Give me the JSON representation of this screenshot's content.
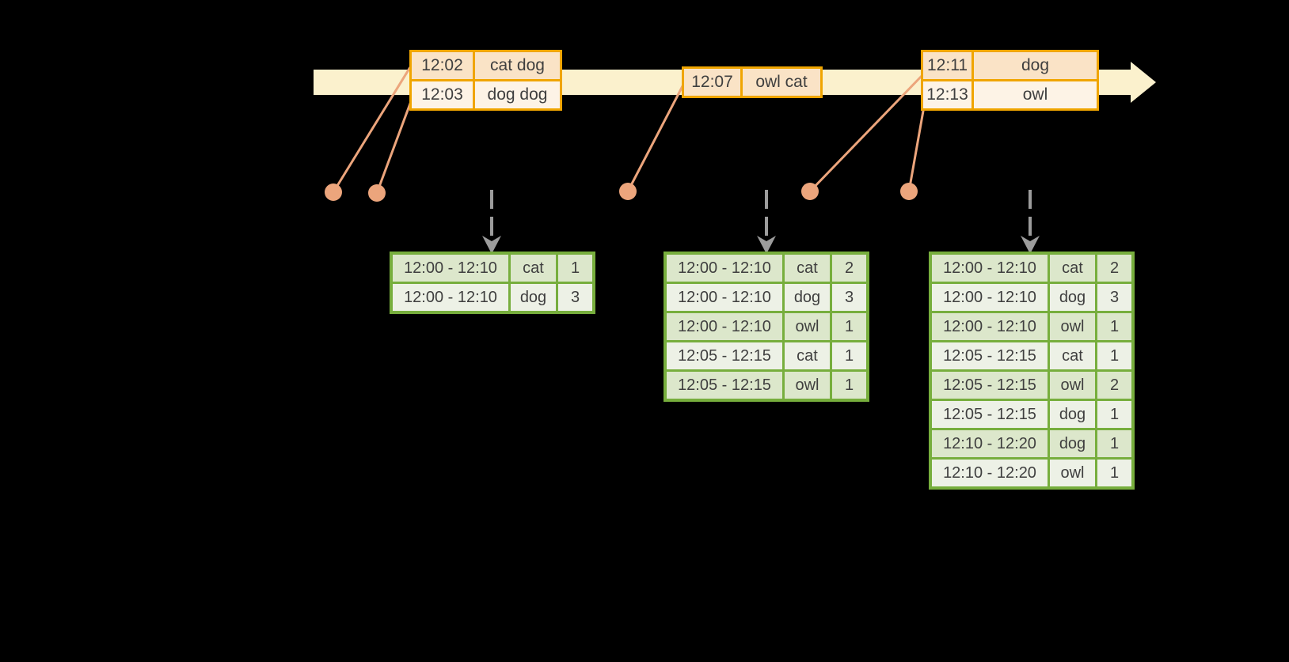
{
  "diagram": {
    "background": "#000000",
    "colors": {
      "timeline_fill": "#FBF1CD",
      "event_table_border": "#F0A500",
      "event_row_dark": "#FAE3C6",
      "event_row_light": "#FDF3E6",
      "connector_salmon": "#ECA57C",
      "trigger_arrow_gray": "#9C9C9C",
      "result_table_border": "#77AE3D",
      "result_row_dark": "#DCE7CB",
      "result_row_light": "#EDF1E6",
      "text": "#3F3F3F"
    }
  },
  "event_tables": [
    {
      "rows": [
        {
          "time": "12:02",
          "words": "cat dog"
        },
        {
          "time": "12:03",
          "words": "dog dog"
        }
      ]
    },
    {
      "rows": [
        {
          "time": "12:07",
          "words": "owl cat"
        }
      ]
    },
    {
      "rows": [
        {
          "time": "12:11",
          "words": "dog"
        },
        {
          "time": "12:13",
          "words": "owl"
        }
      ]
    }
  ],
  "result_tables": [
    {
      "rows": [
        [
          "12:00 - 12:10",
          "cat",
          "1"
        ],
        [
          "12:00 - 12:10",
          "dog",
          "3"
        ]
      ]
    },
    {
      "rows": [
        [
          "12:00 - 12:10",
          "cat",
          "2"
        ],
        [
          "12:00 - 12:10",
          "dog",
          "3"
        ],
        [
          "12:00 - 12:10",
          "owl",
          "1"
        ],
        [
          "12:05 - 12:15",
          "cat",
          "1"
        ],
        [
          "12:05 - 12:15",
          "owl",
          "1"
        ]
      ]
    },
    {
      "rows": [
        [
          "12:00 - 12:10",
          "cat",
          "2"
        ],
        [
          "12:00 - 12:10",
          "dog",
          "3"
        ],
        [
          "12:00 - 12:10",
          "owl",
          "1"
        ],
        [
          "12:05 - 12:15",
          "cat",
          "1"
        ],
        [
          "12:05 - 12:15",
          "owl",
          "2"
        ],
        [
          "12:05 - 12:15",
          "dog",
          "1"
        ],
        [
          "12:10 - 12:20",
          "dog",
          "1"
        ],
        [
          "12:10 - 12:20",
          "owl",
          "1"
        ]
      ]
    }
  ]
}
